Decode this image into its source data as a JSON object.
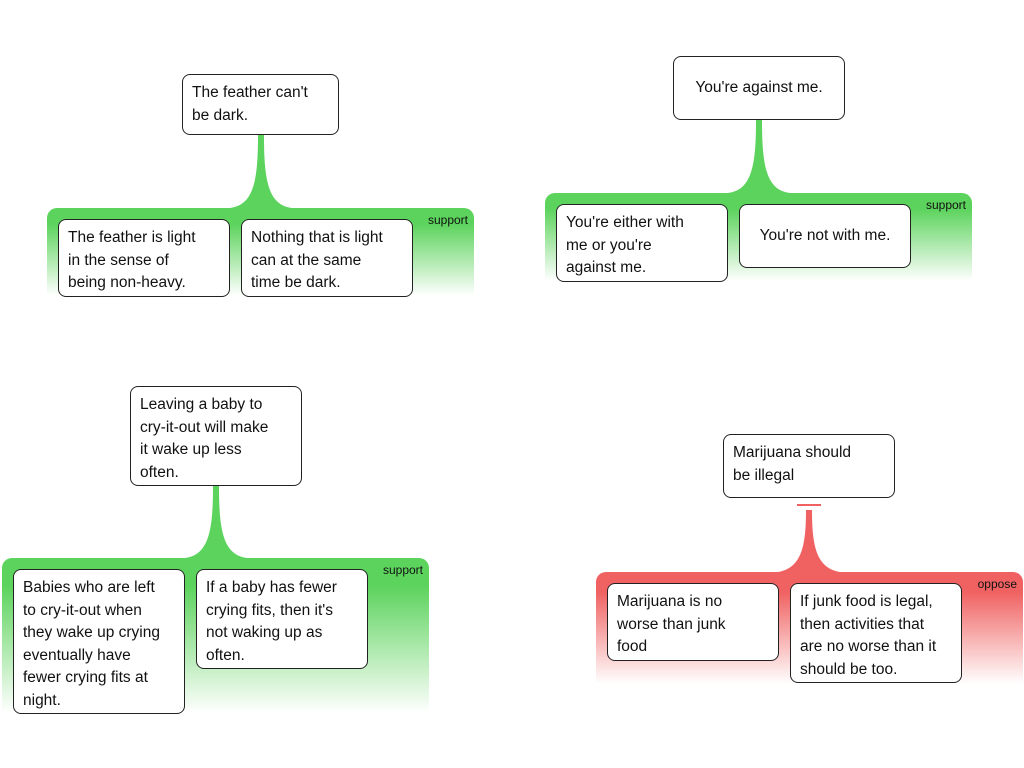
{
  "maps": [
    {
      "claim": "The feather can't\nbe dark.",
      "relation": "support",
      "premises": [
        "The feather is light\nin the sense of\nbeing non-heavy.",
        "Nothing that is light\ncan at the same\ntime be dark."
      ]
    },
    {
      "claim": "You're against me.",
      "relation": "support",
      "premises": [
        "You're either with\nme or you're\nagainst me.",
        "You're not with me."
      ]
    },
    {
      "claim": "Leaving a baby to\ncry-it-out will make\nit wake up less\noften.",
      "relation": "support",
      "premises": [
        "Babies who are left\nto cry-it-out when\nthey wake up crying\neventually have\nfewer crying fits at\nnight.",
        "If a baby has fewer\ncrying fits, then it's\nnot waking up as\noften."
      ]
    },
    {
      "claim": "Marijuana should\nbe illegal",
      "relation": "oppose",
      "premises": [
        "Marijuana is no\nworse than junk\nfood",
        "If junk food is legal,\nthen activities that\nare no worse than it\nshould be too."
      ]
    }
  ],
  "colors": {
    "support": "#5cd35c",
    "oppose": "#f06262"
  }
}
